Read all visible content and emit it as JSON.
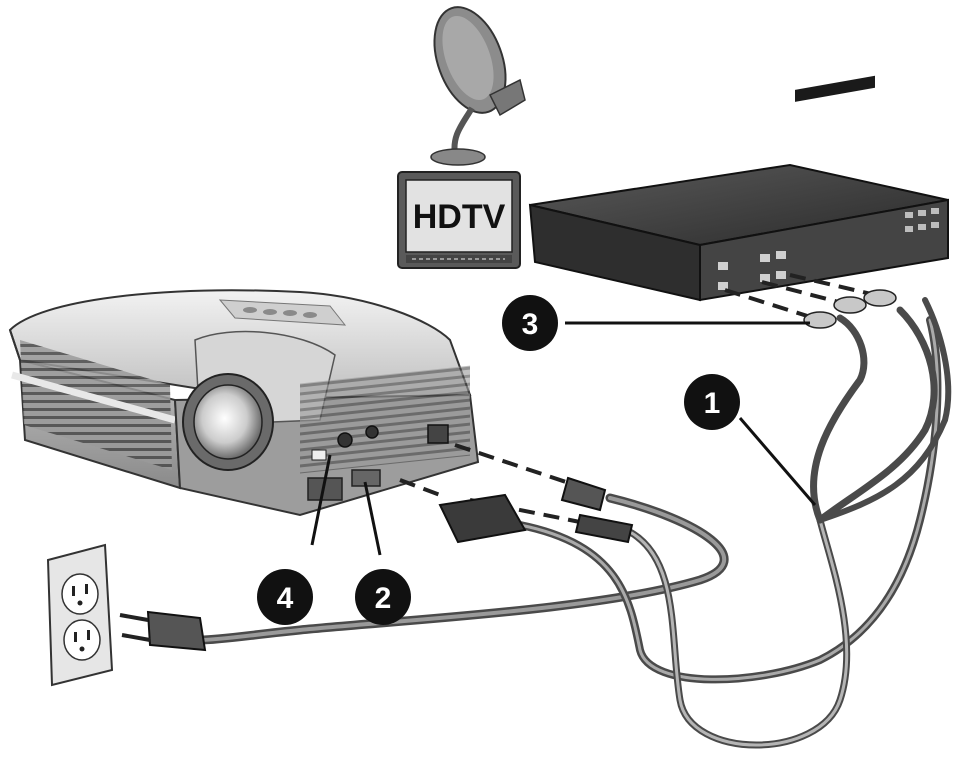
{
  "hdtv": {
    "screen_label": "HDTV"
  },
  "callouts": [
    {
      "id": "1",
      "label": "1"
    },
    {
      "id": "2",
      "label": "2"
    },
    {
      "id": "3",
      "label": "3"
    },
    {
      "id": "4",
      "label": "4"
    }
  ],
  "colors": {
    "callout_fill": "#111111",
    "callout_text": "#ffffff",
    "device_light": "#d9d9d9",
    "device_dark": "#3a3a3a",
    "cable": "#6d6d6d"
  }
}
